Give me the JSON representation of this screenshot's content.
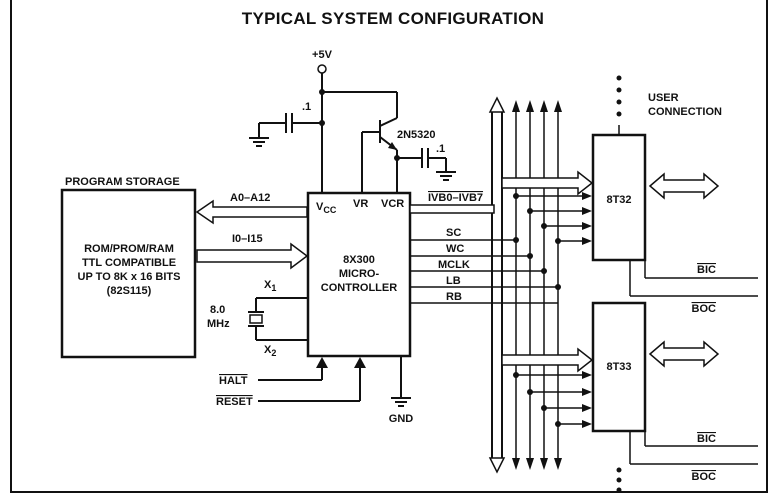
{
  "title": "TYPICAL SYSTEM CONFIGURATION",
  "power": {
    "label": "+5V",
    "cap_top": ".1",
    "cap_right": ".1",
    "transistor": "2N5320"
  },
  "program_storage": {
    "heading": "PROGRAM STORAGE",
    "lines": [
      "ROM/PROM/RAM",
      "TTL COMPATIBLE",
      "UP TO 8K x 16 BITS",
      "(82S115)"
    ],
    "address_bus": "A0–A12",
    "instruction_bus": "I0–I15"
  },
  "crystal": {
    "freq_line1": "8.0",
    "freq_line2": "MHz",
    "x1": "X",
    "x1_sub": "1",
    "x2": "X",
    "x2_sub": "2"
  },
  "controller": {
    "lines": [
      "8X300",
      "MICRO-",
      "CONTROLLER"
    ],
    "pin_vcc": "V",
    "pin_vcc_sub": "CC",
    "pin_vr": "VR",
    "pin_vcr": "VCR"
  },
  "inputs": {
    "halt": "HALT",
    "reset": "RESET"
  },
  "gnd": "GND",
  "signals": {
    "ivb": "IVB0–IVB7",
    "sc": "SC",
    "wc": "WC",
    "mclk": "MCLK",
    "lb": "LB",
    "rb": "RB"
  },
  "user_connection": [
    "USER",
    "CONNECTION"
  ],
  "chips": [
    {
      "name": "8T32",
      "bic": "BIC",
      "boc": "BOC"
    },
    {
      "name": "8T33",
      "bic": "BIC",
      "boc": "BOC"
    }
  ]
}
